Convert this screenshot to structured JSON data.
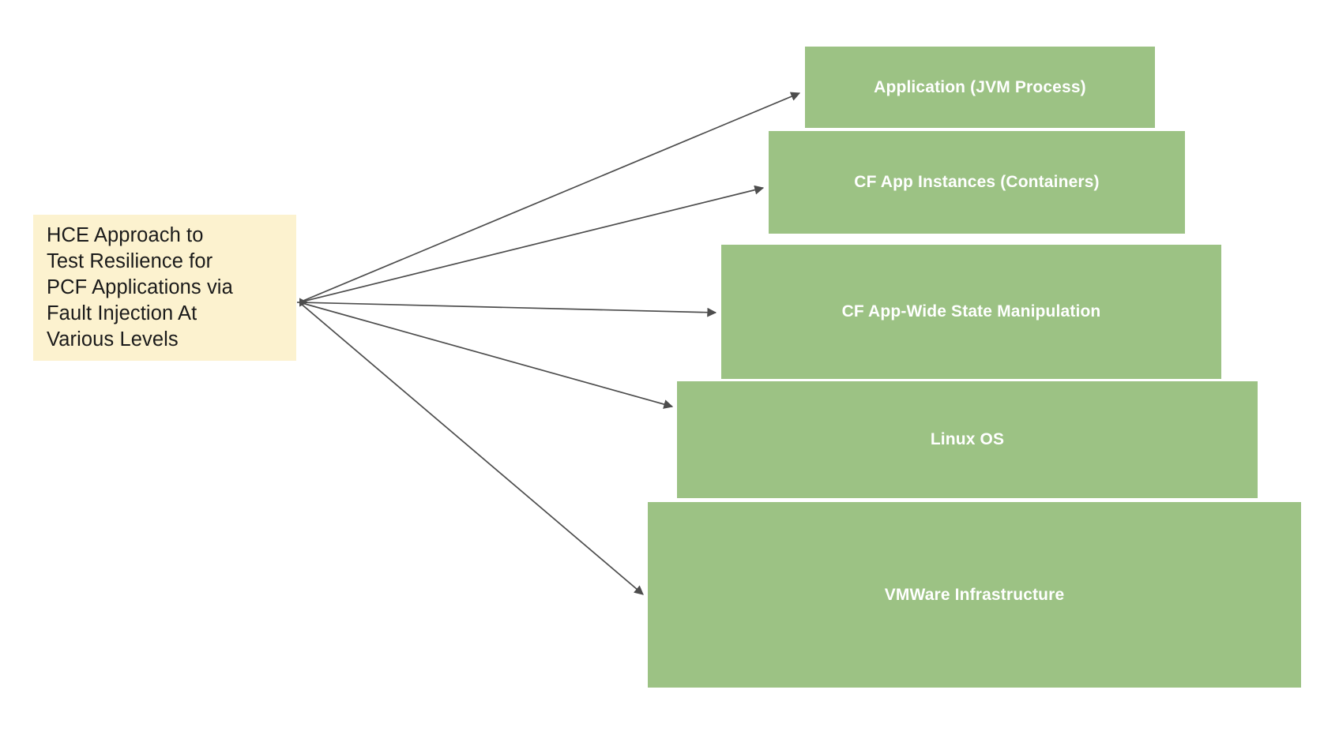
{
  "diagram": {
    "title": "HCE Approach to Test Resilience for PCF Applications via Fault Injection At Various Levels",
    "background_color": "#ffffff",
    "source": {
      "label": "HCE Approach to\nTest Resilience for\nPCF Applications via\nFault Injection At\nVarious Levels",
      "fill_color": "#fcf2cf",
      "text_color": "#1a1a1a"
    },
    "layer_fill_color": "#9cc284",
    "layer_text_color": "#ffffff",
    "connector_color": "#4d4d4d",
    "layers": [
      {
        "label": "Application (JVM Process)"
      },
      {
        "label": "CF App Instances (Containers)"
      },
      {
        "label": "CF App-Wide State Manipulation"
      },
      {
        "label": "Linux OS"
      },
      {
        "label": "VMWare Infrastructure"
      }
    ]
  }
}
